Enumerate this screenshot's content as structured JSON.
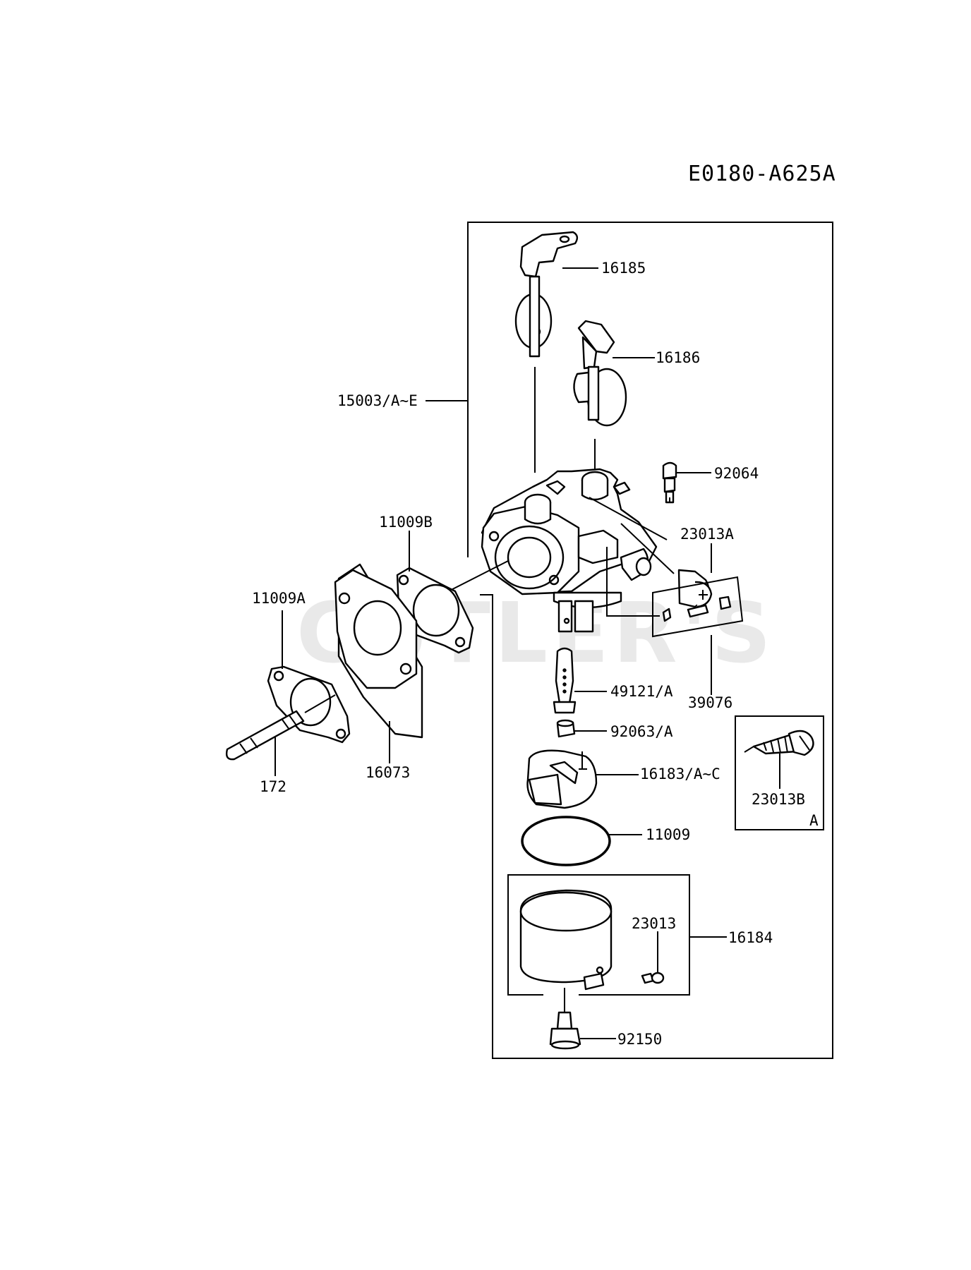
{
  "diagram_code": "E0180-A625A",
  "watermark": "CUTLER'S",
  "parts": {
    "p16185": "16185",
    "p16186": "16186",
    "p15003": "15003/A~E",
    "p92064": "92064",
    "p11009B": "11009B",
    "p23013A": "23013A",
    "p11009A": "11009A",
    "p49121": "49121/A",
    "p39076": "39076",
    "p92063": "92063/A",
    "p23013B": "23013B",
    "p16183": "16183/A~C",
    "p172": "172",
    "p16073": "16073",
    "p11009": "11009",
    "p23013": "23013",
    "p16184": "16184",
    "p92150": "92150",
    "ref_A": "A"
  }
}
